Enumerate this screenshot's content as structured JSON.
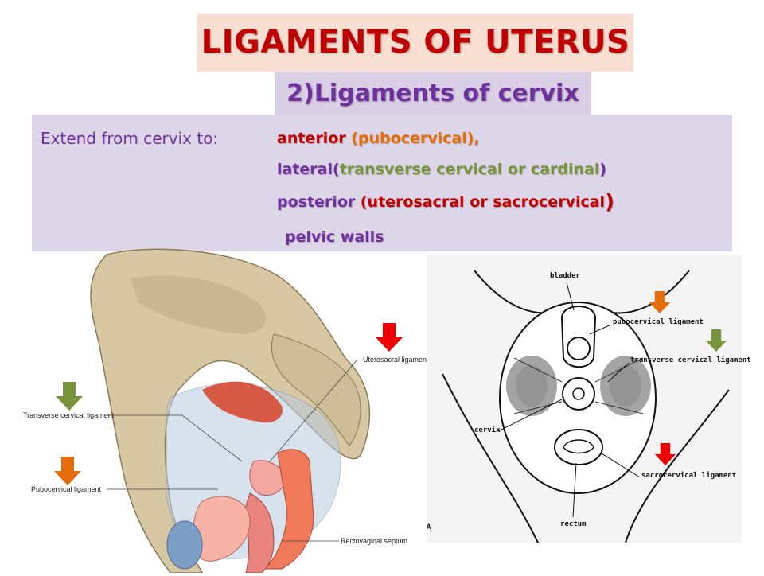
{
  "title": "LIGAMENTS OF UTERUS",
  "subtitle": "2)Ligaments of cervix",
  "body": {
    "intro": "Extend from cervix to:",
    "lines": [
      {
        "main": "anterior",
        "detail": "(pubocervical),"
      },
      {
        "main": "lateral",
        "open": "(",
        "detail": "transverse cervical  or cardinal",
        "close": ")"
      },
      {
        "main": "posterior",
        "detail": "(uterosacral or sacrocervical",
        "close": ")"
      },
      {
        "main": "pelvic walls"
      }
    ]
  },
  "left_figure": {
    "labels": {
      "uterosacral": "Uterosacral ligament",
      "transverse_cervical": "Transverse cervical ligament",
      "pubocervical": "Pubocervical ligament",
      "rectovaginal": "Rectovaginal septum"
    }
  },
  "right_figure": {
    "labels": {
      "bladder": "bladder",
      "pubocervical": "pubocervical ligament",
      "transverse_cervical": "transverse cervical ligament",
      "cervix": "cervix",
      "sacrocervical": "sacrocervical ligament",
      "rectum": "rectum",
      "corner": "A"
    }
  },
  "colors": {
    "title": "#c00000",
    "subtitle": "#7030a0",
    "anterior_arrow": "#e46c0a",
    "lateral_arrow": "#77933c",
    "posterior_arrow": "#ee0000"
  },
  "icons": [
    "down-arrow-icon"
  ]
}
